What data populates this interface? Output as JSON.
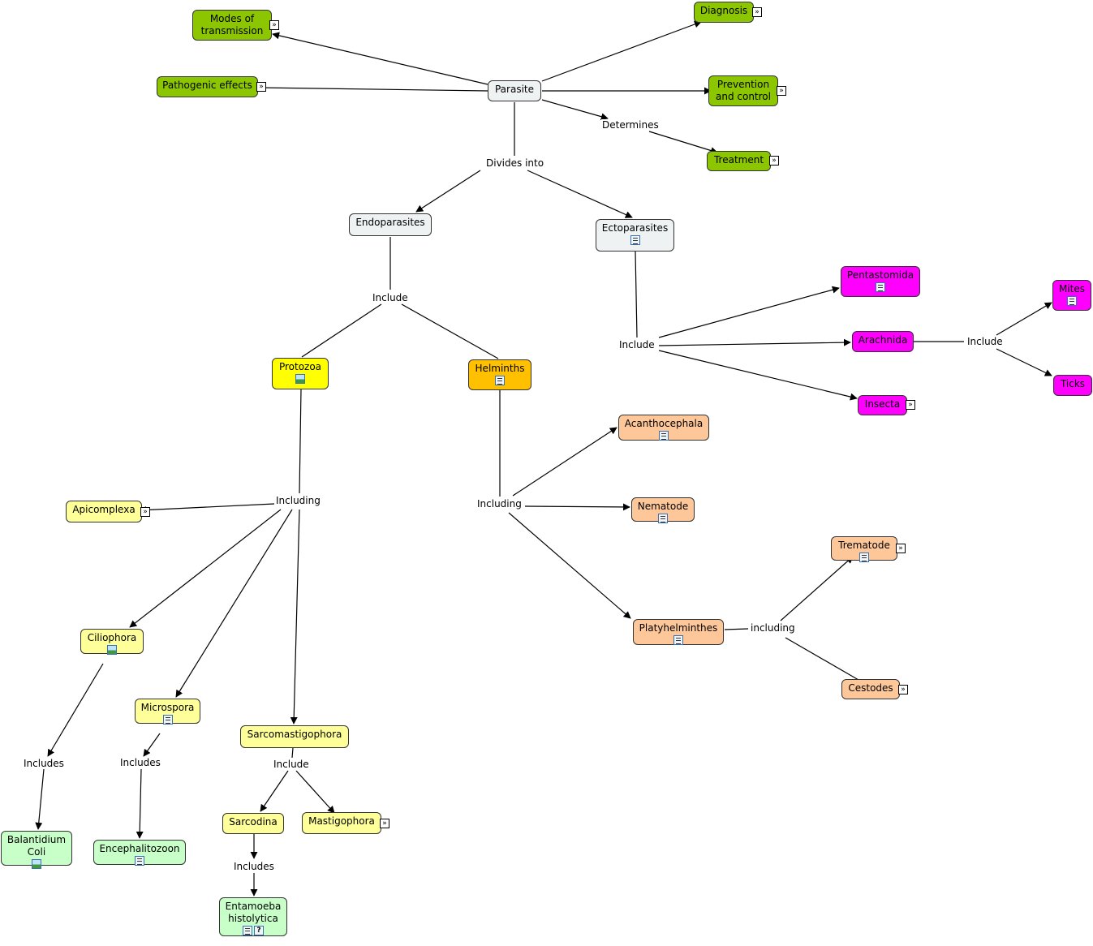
{
  "nodes": {
    "parasite": "Parasite",
    "modes": "Modes of\ntransmission",
    "pathogenic": "Pathogenic effects",
    "diagnosis": "Diagnosis",
    "prevention": "Prevention\nand control",
    "treatment": "Treatment",
    "endoparasites": "Endoparasites",
    "ectoparasites": "Ectoparasites",
    "protozoa": "Protozoa",
    "helminths": "Helminths",
    "pentastomida": "Pentastomida",
    "arachnida": "Arachnida",
    "insecta": "Insecta",
    "mites": "Mites",
    "ticks": "Ticks",
    "acanthocephala": "Acanthocephala",
    "nematode": "Nematode",
    "platyhelminthes": "Platyhelminthes",
    "trematode": "Trematode",
    "cestodes": "Cestodes",
    "apicomplexa": "Apicomplexa",
    "ciliophora": "Ciliophora",
    "microspora": "Microspora",
    "sarcomastigophora": "Sarcomastigophora",
    "sarcodina": "Sarcodina",
    "mastigophora": "Mastigophora",
    "balantidium": "Balantidium\nColi",
    "encephalitozoon": "Encephalitozoon",
    "entamoeba": "Entamoeba\nhistolytica"
  },
  "phrases": {
    "determines": "Determines",
    "divides_into": "Divides into",
    "include_endo": "Include",
    "include_ecto": "Include",
    "include_arach": "Include",
    "including_proto": "Including",
    "including_helm": "Including",
    "including_platy": "including",
    "includes_cilio": "Includes",
    "includes_micro": "Includes",
    "include_sarco": "Include",
    "includes_sarcod": "Includes"
  },
  "colors": {
    "green": "#8bc600",
    "light": "#eef2f3",
    "yellow": "#ffff00",
    "orange": "#ffc000",
    "magenta": "#ff00ff",
    "peach": "#fdc79a",
    "pale_yellow": "#ffff99",
    "mint": "#c8ffc8"
  },
  "icons": {
    "document": "document-icon",
    "image": "image-icon",
    "submap": "submap-icon",
    "help": "help-icon"
  }
}
